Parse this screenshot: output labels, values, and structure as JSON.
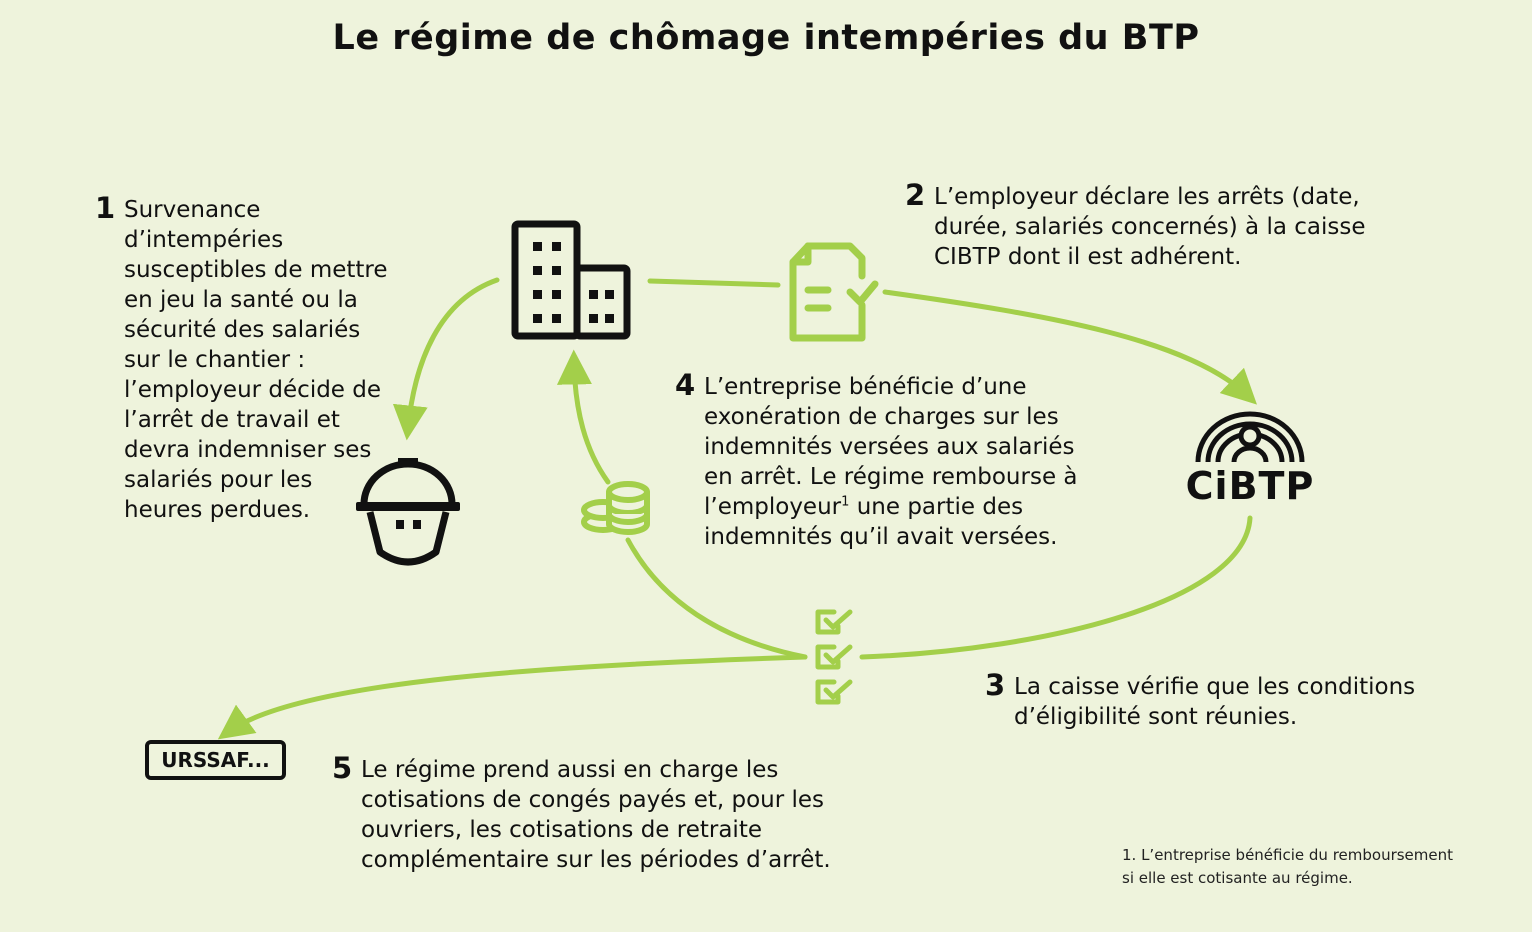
{
  "title": "Le régime de chômage intempéries du BTP",
  "steps": {
    "s1": {
      "num": "1",
      "text": "Survenance d’intempéries susceptibles de mettre en jeu la santé ou la sécurité des salariés sur le chantier : l’employeur décide de l’arrêt de travail et devra indemniser ses salariés pour les heures perdues."
    },
    "s2": {
      "num": "2",
      "text": "L’employeur déclare les arrêts (date, durée, salariés concernés) à la caisse CIBTP dont il est adhérent."
    },
    "s3": {
      "num": "3",
      "text": "La caisse vérifie que les conditions d’éligibilité sont réunies."
    },
    "s4": {
      "num": "4",
      "text_before": "L’entreprise bénéficie d’une exonération de charges sur les indemnités versées aux salariés en arrêt. Le régime rembourse à l’employeur",
      "sup": "1",
      "text_after": " une partie des indemnités qu’il avait versées."
    },
    "s5": {
      "num": "5",
      "text": "Le régime prend aussi en charge les cotisations de congés payés et, pour les ouvriers, les cotisations de retraite complémentaire sur les périodes d’arrêt."
    }
  },
  "urssaf_label": "URSSAF...",
  "cibtp_logo_text": "CiBTP",
  "footnote": {
    "line1": "1. L’entreprise bénéficie du remboursement",
    "line2": "si elle est cotisante au régime."
  },
  "icons": [
    "building-icon",
    "document-check-icon",
    "cibtp-logo",
    "checklist-icon",
    "coins-icon",
    "hard-hat-worker-icon"
  ],
  "colors": {
    "background": "#eef3dc",
    "arrow": "#a3cf4a",
    "icon_green": "#a3cf4a",
    "text": "#111111"
  }
}
